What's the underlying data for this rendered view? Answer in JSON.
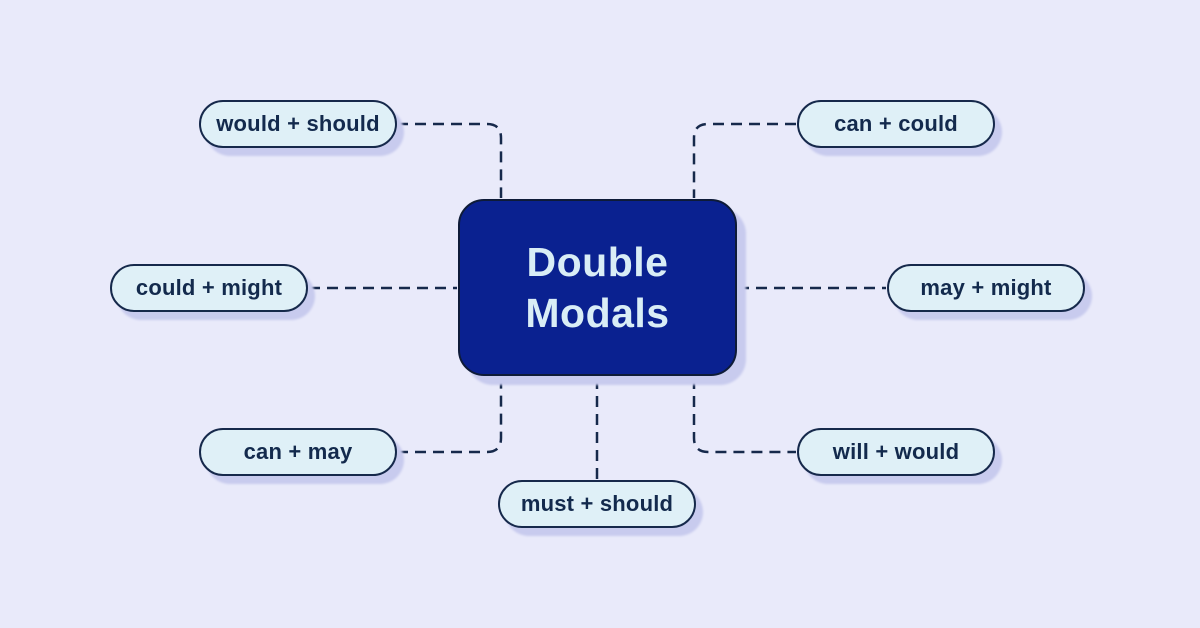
{
  "central": {
    "label": "Double Modals"
  },
  "nodes": [
    {
      "id": "would-should",
      "label": "would + should",
      "position": "top-left"
    },
    {
      "id": "can-could",
      "label": "can + could",
      "position": "top-right"
    },
    {
      "id": "could-might",
      "label": "could + might",
      "position": "middle-left"
    },
    {
      "id": "may-might",
      "label": "may + might",
      "position": "middle-right"
    },
    {
      "id": "can-may",
      "label": "can + may",
      "position": "bottom-left"
    },
    {
      "id": "will-would",
      "label": "will + would",
      "position": "bottom-right"
    },
    {
      "id": "must-should",
      "label": "must + should",
      "position": "bottom-center"
    }
  ],
  "colors": {
    "background": "#e9eafa",
    "node_fill": "#dff0f7",
    "node_border": "#16294b",
    "node_text": "#132a4d",
    "central_fill": "#0a2190",
    "central_border": "#0e1b38",
    "central_text": "#d9edf6",
    "connector": "#16294b",
    "shadow": "#c8cbee"
  }
}
